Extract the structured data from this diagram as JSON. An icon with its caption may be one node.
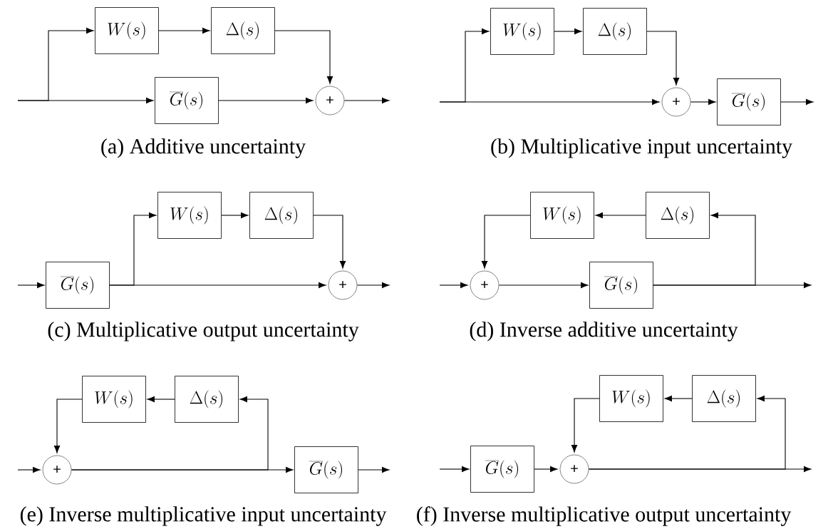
{
  "diagram": {
    "nodes": [
      {
        "text": [
          "W(s)"
        ]
      },
      {
        "text": [
          "\\Delta(s)"
        ]
      },
      {
        "text": [
          "\\overline{G}(s)"
        ]
      },
      {
        "text": [
          "+"
        ]
      },
      {
        "text": [
          "W(s)"
        ]
      },
      {
        "text": [
          "\\Delta(s)"
        ]
      },
      {
        "text": [
          "+"
        ]
      },
      {
        "text": [
          "\\overline{G}(s)"
        ]
      },
      {
        "text": [
          "W(s)"
        ]
      },
      {
        "text": [
          "\\Delta(s)"
        ]
      },
      {
        "text": [
          "\\overline{G}(s)"
        ]
      },
      {
        "text": [
          "+"
        ]
      },
      {
        "text": [
          "W(s)"
        ]
      },
      {
        "text": [
          "\\Delta(s)"
        ]
      },
      {
        "text": [
          "+"
        ]
      },
      {
        "text": [
          "\\overline{G}(s)"
        ]
      },
      {
        "text": [
          "W(s)"
        ]
      },
      {
        "text": [
          "\\Delta(s)"
        ]
      },
      {
        "text": [
          "+"
        ]
      },
      {
        "text": [
          "\\overline{G}(s)"
        ]
      },
      {
        "text": [
          "W(s)"
        ]
      },
      {
        "text": [
          "\\Delta(s)"
        ]
      },
      {
        "text": [
          "\\overline{G}(s)"
        ]
      },
      {
        "text": [
          "+"
        ]
      }
    ],
    "edges": [
      {
        "from": null,
        "to": 0,
        "arrow": "to"
      },
      {
        "from": null,
        "to": 2,
        "arrow": "to"
      },
      {
        "from": 0,
        "to": 1,
        "arrow": "to"
      },
      {
        "from": 1,
        "to": 3,
        "arrow": "to"
      },
      {
        "from": 2,
        "to": 3,
        "arrow": "to"
      },
      {
        "from": 3,
        "to": null,
        "arrow": "to"
      },
      {
        "from": null,
        "to": 4,
        "arrow": "to"
      },
      {
        "from": null,
        "to": 6,
        "arrow": "to"
      },
      {
        "from": 4,
        "to": 5,
        "arrow": "to"
      },
      {
        "from": 5,
        "to": 6,
        "arrow": "to"
      },
      {
        "from": 6,
        "to": 7,
        "arrow": "to"
      },
      {
        "from": 7,
        "to": null,
        "arrow": "to"
      },
      {
        "from": null,
        "to": 10,
        "arrow": "to"
      },
      {
        "from": 10,
        "to": 8,
        "arrow": "to"
      },
      {
        "from": 10,
        "to": 11,
        "arrow": "to"
      },
      {
        "from": 8,
        "to": 9,
        "arrow": "to"
      },
      {
        "from": 9,
        "to": 11,
        "arrow": "to"
      },
      {
        "from": 11,
        "to": null,
        "arrow": "to"
      },
      {
        "from": null,
        "to": 14,
        "arrow": "to"
      },
      {
        "from": 14,
        "to": 15,
        "arrow": "to"
      },
      {
        "from": 15,
        "to": null,
        "arrow": "to"
      },
      {
        "from": 15,
        "to": 13,
        "arrow": "to"
      },
      {
        "from": 13,
        "to": 12,
        "arrow": "to"
      },
      {
        "from": 12,
        "to": 14,
        "arrow": "to"
      },
      {
        "from": null,
        "to": 18,
        "arrow": "to"
      },
      {
        "from": 18,
        "to": 19,
        "arrow": "to"
      },
      {
        "from": 18,
        "to": 17,
        "arrow": "to"
      },
      {
        "from": 17,
        "to": 16,
        "arrow": "to"
      },
      {
        "from": 16,
        "to": 18,
        "arrow": "to"
      },
      {
        "from": 19,
        "to": null,
        "arrow": "to"
      },
      {
        "from": null,
        "to": 22,
        "arrow": "to"
      },
      {
        "from": 22,
        "to": 23,
        "arrow": "to"
      },
      {
        "from": 23,
        "to": null,
        "arrow": "to"
      },
      {
        "from": 23,
        "to": 21,
        "arrow": "to"
      },
      {
        "from": 21,
        "to": 20,
        "arrow": "to"
      },
      {
        "from": 20,
        "to": 23,
        "arrow": "to"
      }
    ],
    "labels": [
      "(a) Additive uncertainty",
      "(b) Multiplicative input uncertainty",
      "(c) Multiplicative output uncertainty",
      "(d) Inverse additive uncertainty",
      "(e) Inverse multiplicative input uncertainty",
      "(f) Inverse multiplicative output uncertainty"
    ]
  }
}
